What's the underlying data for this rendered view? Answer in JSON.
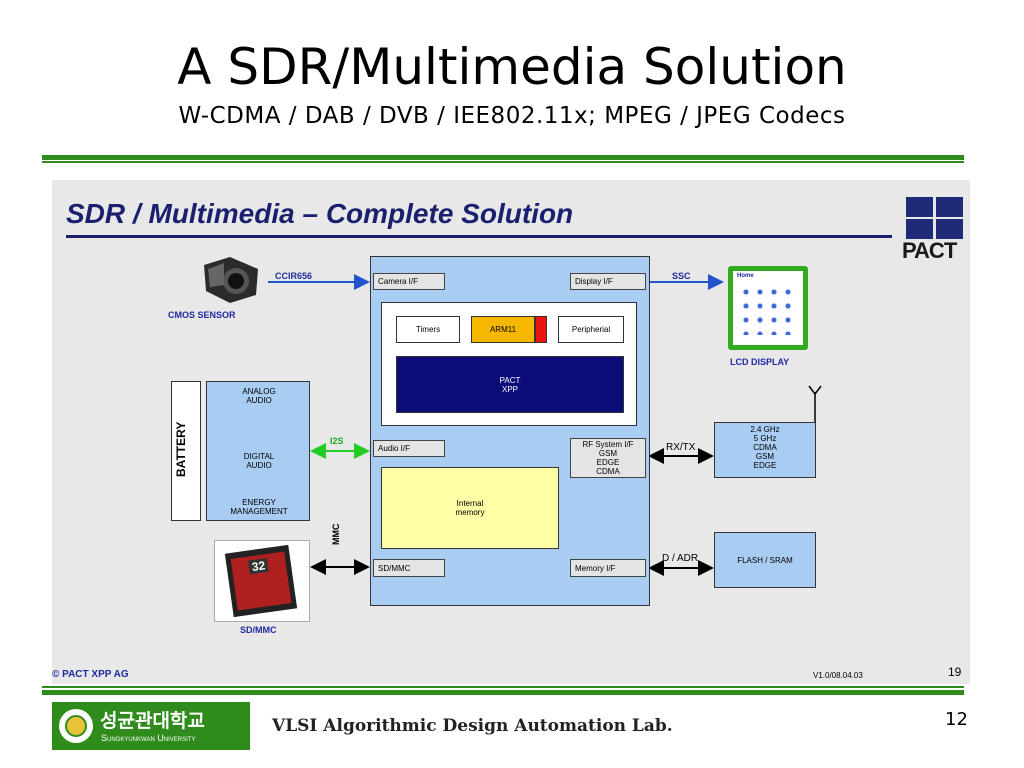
{
  "title": "A SDR/Multimedia Solution",
  "subtitle": "W-CDMA / DAB / DVB / IEE802.11x; MPEG / JPEG Codecs",
  "diagram": {
    "heading": "SDR / Multimedia – Complete Solution",
    "logo_text": "PACT",
    "cmos": {
      "label": "CMOS SENSOR",
      "link": "CCIR656"
    },
    "lcd": {
      "label": "LCD DISPLAY",
      "link": "SSC",
      "screen_title": "Home"
    },
    "battery": "BATTERY",
    "audio_block": {
      "top": "ANALOG\nAUDIO",
      "mid": "DIGITAL\nAUDIO",
      "bottom": "ENERGY\nMANAGEMENT",
      "link": "I2S"
    },
    "sd": {
      "label": "SD/MMC",
      "link": "MMC",
      "card_text": "32"
    },
    "rf": {
      "text": "2.4 GHz\n5 GHz\nCDMA\nGSM\nEDGE",
      "link": "RX/TX"
    },
    "flash": {
      "text": "FLASH / SRAM",
      "link": "D / ADR"
    },
    "soc": {
      "camera_if": "Camera I/F",
      "display_if": "Display I/F",
      "timers": "Timers",
      "arm": "ARM11",
      "peripheral": "Peripherial",
      "xpp": "PACT\nXPP",
      "audio_if": "Audio I/F",
      "rf_if": "RF System I/F\nGSM\nEDGE\nCDMA",
      "internal_mem": "Internal\nmemory",
      "sdmmc_if": "SD/MMC",
      "memory_if": "Memory I/F"
    },
    "copyright": "© PACT XPP AG",
    "version": "V1.0/08.04.03",
    "page": "19"
  },
  "footer": {
    "university_korean": "성균관대학교",
    "university_english": "Sungkyunkwan University",
    "lab": "VLSI Algorithmic Design Automation Lab.",
    "slide_number": "12"
  },
  "colors": {
    "green_rule": "#2e8b1c",
    "navy": "#1a1f6e",
    "soc_blue": "#a9ccf2",
    "xpp": "#0c0c78",
    "arm": "#f5b700",
    "internal_mem": "#ffffa8"
  }
}
